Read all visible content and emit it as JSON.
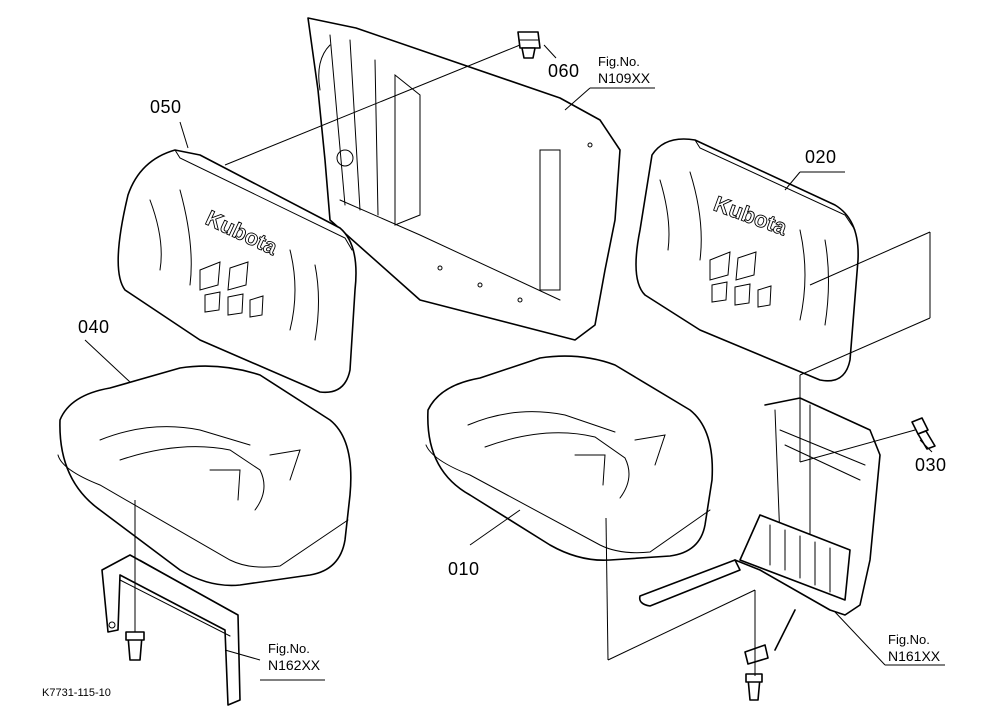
{
  "labels": {
    "p010": "010",
    "p020": "020",
    "p030": "030",
    "p040": "040",
    "p050": "050",
    "p060": "060"
  },
  "figrefs": {
    "top": {
      "prefix": "Fig.No.",
      "code": "N109XX"
    },
    "left": {
      "prefix": "Fig.No.",
      "code": "N162XX"
    },
    "right": {
      "prefix": "Fig.No.",
      "code": "N161XX"
    }
  },
  "logo_text": "Kubota",
  "drawing_code": "K7731-115-10"
}
